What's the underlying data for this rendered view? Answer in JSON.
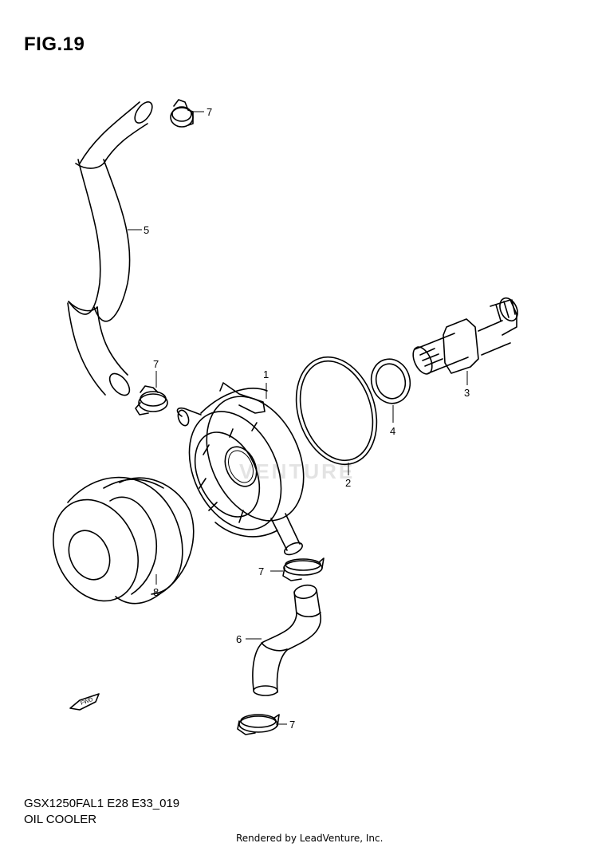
{
  "figure": {
    "title": "FIG.19",
    "model_code": "GSX1250FAL1 E28 E33_019",
    "section_name": "OIL COOLER",
    "credit": "Rendered by LeadVenture, Inc.",
    "watermark": "VENTURE",
    "fwd_label": "FWD"
  },
  "parts": [
    {
      "ref": "1"
    },
    {
      "ref": "2"
    },
    {
      "ref": "3"
    },
    {
      "ref": "4"
    },
    {
      "ref": "5"
    },
    {
      "ref": "6"
    },
    {
      "ref": "7"
    },
    {
      "ref": "7"
    },
    {
      "ref": "7"
    },
    {
      "ref": "7"
    },
    {
      "ref": "8"
    }
  ]
}
